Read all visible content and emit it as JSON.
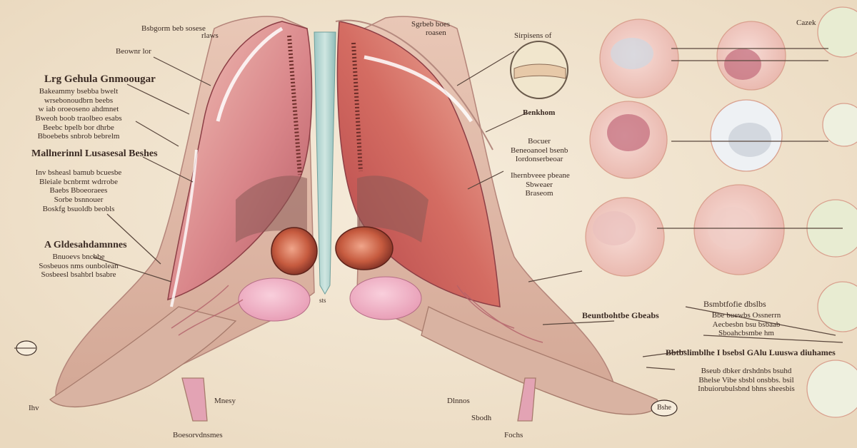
{
  "labels": {
    "top_left_a": "Bsbgorm beb sosese",
    "top_left_b": "rlaws",
    "top_left_c": "Beownr lor",
    "top_center": "Sgrbeb boes",
    "top_center_b": "roasen",
    "left_head_1": "Lrg Gehula Gnmoougar",
    "left_head_1_sub": [
      "Bakeammy bsebba bwelt",
      "wrsebonoudbrn beebs",
      "w iab oroeoseno ahdmnet",
      "Bweoh boob traolbeo esabs",
      "Beebc bpelb bor dhrbe",
      "Bboebebs snbrob bebrelm"
    ],
    "left_head_2": "Mallnerinnl Lusasesal Beshes",
    "left_head_2_sub": [
      "Inv bsheasl bamub bcuesbe",
      "Bleiale bcnbrmt wdrrobe",
      "Baebs Bboeoraees",
      "Sorbe bsnnouer",
      "Boskfg bsuoldb beobls"
    ],
    "left_head_3": "A Gldesahdamnnes",
    "left_head_3_sub": [
      "Bnuoevs bncbbe",
      "Sosbeuos nms ounbolean",
      "Sosbeesl bsahbrl bsabre"
    ],
    "bottom_left_a": "Ihv",
    "bottom_left_b": "Mnesy",
    "bottom_left_c": "Boesorvdnsmes",
    "center_top_1": "Sirpisens of",
    "center_mid_1": "Benkhom",
    "center_list": [
      "Bocuer",
      "Beneoanoel bsenb",
      "Iordonserbeoar",
      "Ihernbveee pbeane",
      "Sbweaer",
      "Braseom"
    ],
    "center_small": "sts",
    "bottom_mid_a": "Dlnnos",
    "bottom_mid_b": "Sbodh",
    "bottom_mid_c": "Fochs",
    "right_mid_1": "Beuntbohtbe Gbeabs",
    "right_mid_2": "Bsmbtfofie dbslbs",
    "right_mid_2_sub": [
      "Bbe buewbs Ossnerrn",
      "Aecbesbn bsu bsbaab",
      "Sboahcbsmbe hm"
    ],
    "right_bottom_head": "Bbtbslimblhe I bsebsl GAlu Luuswa diuhames",
    "right_bottom_sub": [
      "Bseub dbker drshdnbs bsuhd",
      "Bhelse Vibe sbsbl onsbbs. bsil",
      "Inbuiorubulsbnd bhns sheesbis"
    ],
    "bottom_right_a": "Bshe",
    "top_right": "Cazek"
  }
}
